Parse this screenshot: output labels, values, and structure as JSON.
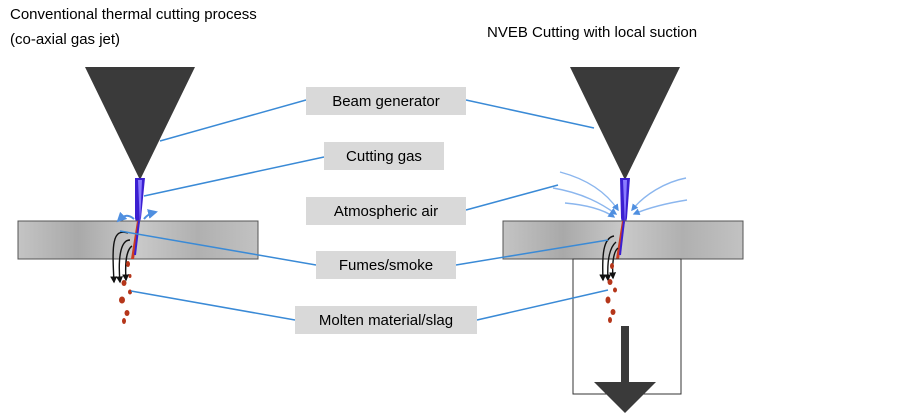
{
  "titles": {
    "left_line1": "Conventional thermal cutting process",
    "left_line2": "(co-axial gas jet)",
    "right": "NVEB Cutting with local suction"
  },
  "labels": {
    "beam_generator": "Beam generator",
    "cutting_gas": "Cutting gas",
    "atmospheric_air": "Atmospheric air",
    "fumes_smoke": "Fumes/smoke",
    "molten_material": "Molten material/slag"
  },
  "colors": {
    "leader_line": "#3a8ad6",
    "label_box": "#d9d9d9",
    "cone": "#3a3a3a",
    "workpiece": "#b8b8b8",
    "beam": "#3b1fd1",
    "slag": "#b5361a",
    "air_flow": "#6fa5e8"
  }
}
